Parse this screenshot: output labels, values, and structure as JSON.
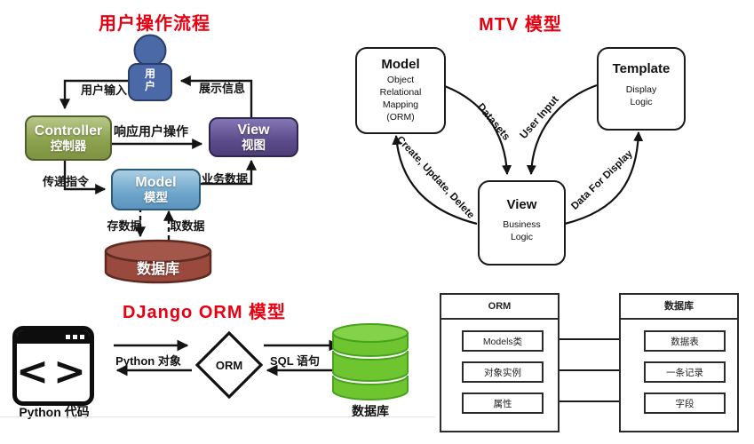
{
  "colors": {
    "title_red": "#e60012",
    "controller_green": "#8da24f",
    "view_purple": "#5b4b8a",
    "model_blue": "#6ea5cb",
    "database_red": "#9a4a3d",
    "database_green": "#6cc32c",
    "user_blue": "#4c69a7"
  },
  "mvc": {
    "title": "用户操作流程",
    "user": "用户",
    "controller_en": "Controller",
    "controller_zh": "控制器",
    "view_en": "View",
    "view_zh": "视图",
    "model_en": "Model",
    "model_zh": "模型",
    "database": "数据库",
    "labels": {
      "user_input": "用户输入",
      "show_info": "展示信息",
      "respond": "响应用户操作",
      "send_cmd": "传递指令",
      "biz_data": "业务数据",
      "save": "存数据",
      "fetch": "取数据"
    }
  },
  "mtv": {
    "title": "MTV 模型",
    "model": {
      "name": "Model",
      "l1": "Object",
      "l2": "Relational",
      "l3": "Mapping",
      "l4": "(ORM)"
    },
    "template": {
      "name": "Template",
      "l1": "Display",
      "l2": "Logic"
    },
    "view": {
      "name": "View",
      "l1": "Business",
      "l2": "Logic"
    },
    "labels": {
      "datasets": "Datasets",
      "user_input": "User Input",
      "crud": "Create, Update, Delete",
      "dfd": "Data For Display"
    }
  },
  "orm": {
    "title": "DJango ORM 模型",
    "code_glyph": "<>",
    "code_label": "Python 代码",
    "diamond": "ORM",
    "db_label": "数据库",
    "python_obj": "Python 对象",
    "sql": "SQL 语句"
  },
  "mapping": {
    "left_header": "ORM",
    "right_header": "数据库",
    "left_rows": [
      "Models类",
      "对象实例",
      "属性"
    ],
    "right_rows": [
      "数据表",
      "一条记录",
      "字段"
    ]
  }
}
